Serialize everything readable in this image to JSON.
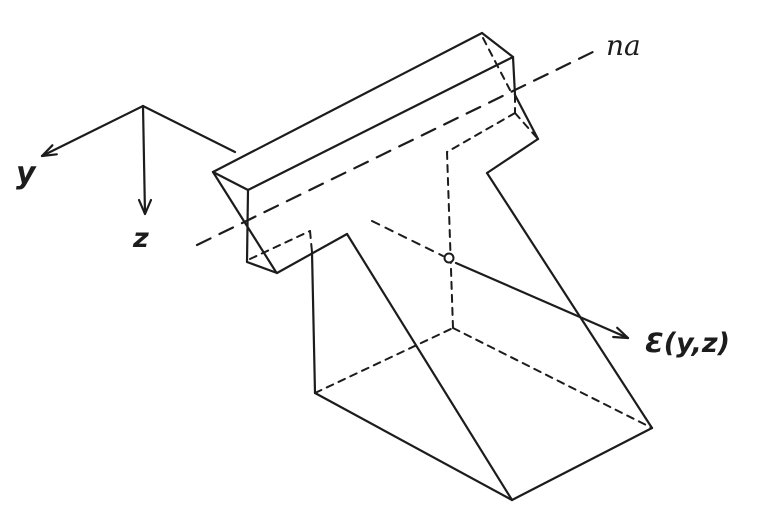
{
  "figure": {
    "background_color": "#ffffff",
    "ink_color": "#1c1c1c",
    "subject": "Bending strain distribution over a T-shaped beam cross section"
  },
  "labels": {
    "axis_y": "y",
    "axis_z": "z",
    "neutral_axis": "na",
    "strain_function": "Ɛ(y,z)"
  }
}
